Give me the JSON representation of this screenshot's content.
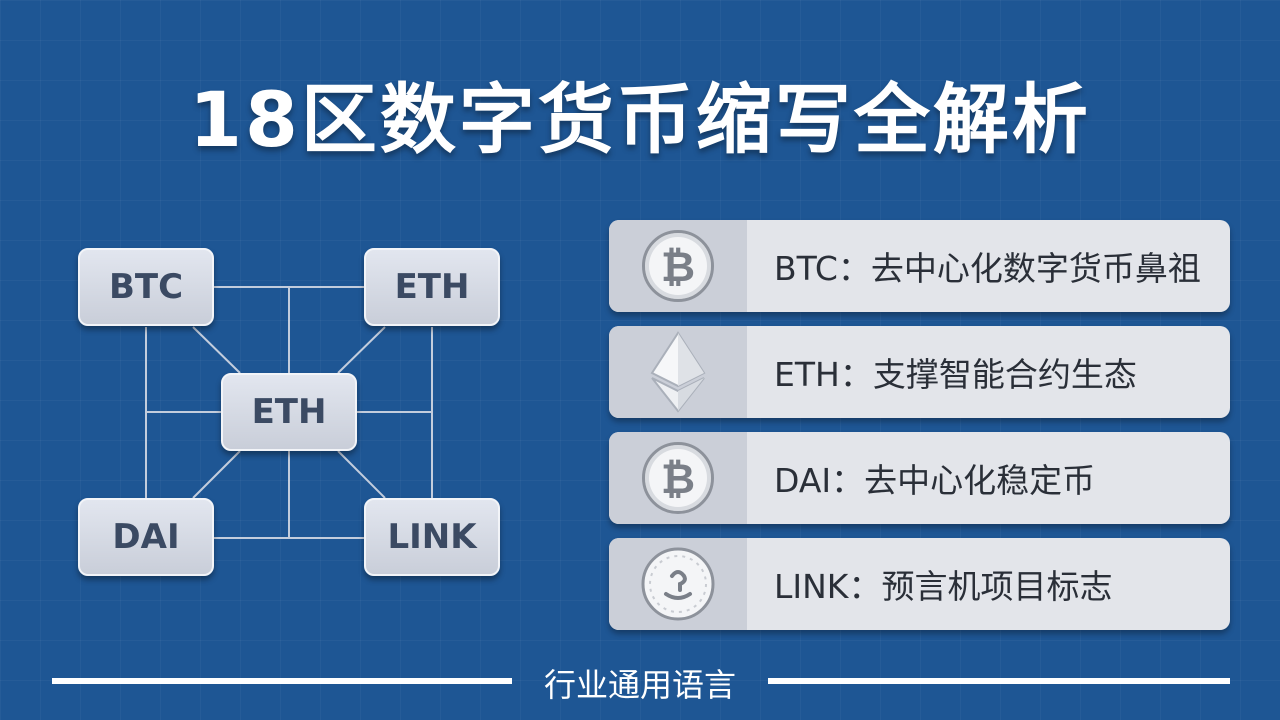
{
  "title": "18区数字货币缩写全解析",
  "diagram": {
    "nodes": [
      {
        "id": "n1",
        "label": "BTC"
      },
      {
        "id": "n2",
        "label": "ETH"
      },
      {
        "id": "n3",
        "label": "ETH"
      },
      {
        "id": "n4",
        "label": "DAI"
      },
      {
        "id": "n5",
        "label": "LINK"
      }
    ]
  },
  "cards": [
    {
      "icon": "bitcoin-coin-icon",
      "text": "BTC：去中心化数字货币鼻祖"
    },
    {
      "icon": "ethereum-diamond-icon",
      "text": "ETH：支撑智能合约生态"
    },
    {
      "icon": "bitcoin-coin-icon",
      "text": "DAI：去中心化稳定币"
    },
    {
      "icon": "chainlink-coin-icon",
      "text": "LINK：预言机项目标志"
    }
  ],
  "footer": {
    "text": "行业通用语言"
  },
  "colors": {
    "background": "#1e5694",
    "card": "#e3e5ea",
    "icon_panel": "#cbcfd8",
    "node": "#d6dae3"
  }
}
